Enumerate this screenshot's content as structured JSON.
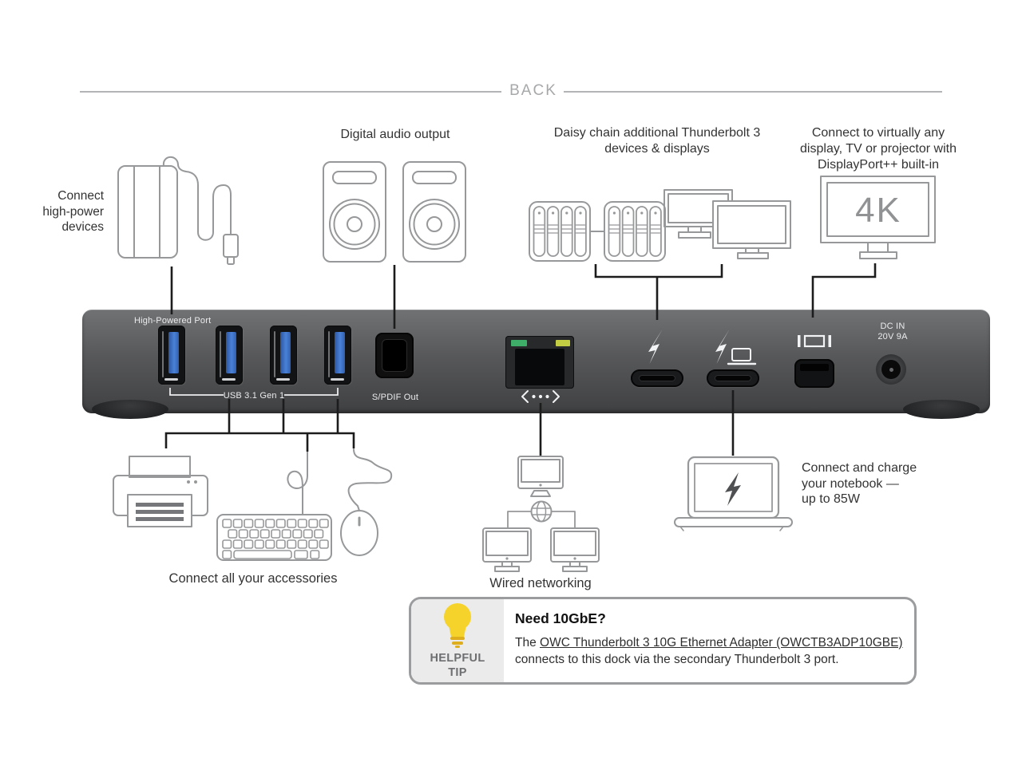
{
  "header": {
    "title": "BACK"
  },
  "callouts": {
    "high_power": "Connect\nhigh-power\ndevices",
    "digital_audio": "Digital audio output",
    "daisy_chain": "Daisy chain additional Thunderbolt 3\ndevices & displays",
    "any_display": "Connect to virtually any\ndisplay, TV or projector with\nDisplayPort++ built-in",
    "accessories": "Connect all your accessories",
    "wired_networking": "Wired networking",
    "notebook_charge": "Connect and charge\nyour notebook —\nup to 85W"
  },
  "dock": {
    "high_powered_port": "High-Powered Port",
    "usb_group": "USB 3.1 Gen 1",
    "spdif": "S/PDIF Out",
    "dc_in": "DC IN\n20V 9A"
  },
  "illustrations": {
    "display_4k": "4K"
  },
  "tip": {
    "badge": "HELPFUL\nTIP",
    "title": "Need 10GbE?",
    "body_prefix": "The ",
    "link": "OWC Thunderbolt 3 10G Ethernet Adapter (OWCTB3ADP10GBE)",
    "body_suffix": " connects to this dock via the secondary Thunderbolt 3 port."
  },
  "colors": {
    "usb_blue": "#3f6fc0",
    "bulb_yellow": "#f6d32a",
    "dock_gray": "#4b4c4e",
    "line_gray": "#97989a"
  }
}
